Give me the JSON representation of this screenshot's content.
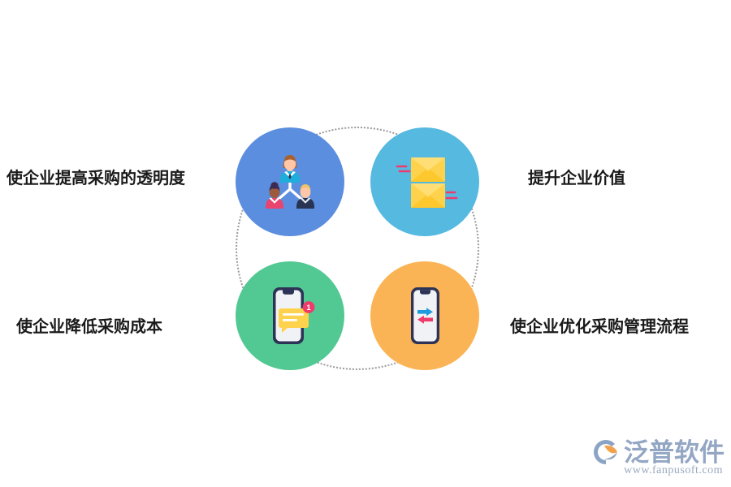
{
  "diagram": {
    "title_present": false,
    "ring": {
      "style": "dotted",
      "color": "#9a9a9a"
    },
    "nodes": [
      {
        "id": "node-transparency",
        "icon": "team-hierarchy-icon",
        "color": "#5b8ede",
        "label": "使企业提高采购的透明度",
        "label_side": "left"
      },
      {
        "id": "node-value",
        "icon": "envelopes-icon",
        "color": "#55b9e0",
        "label": "提升企业价值",
        "label_side": "right"
      },
      {
        "id": "node-cost",
        "icon": "phone-message-icon",
        "color": "#52c893",
        "label": "使企业降低采购成本",
        "label_side": "left",
        "badge": "1"
      },
      {
        "id": "node-process",
        "icon": "phone-exchange-icon",
        "color": "#fbb455",
        "label": "使企业优化采购管理流程",
        "label_side": "right"
      }
    ]
  },
  "watermark": {
    "brand": "泛普软件",
    "url": "www.fanpusoft.com",
    "logo_icon": "fanpu-swoosh-logo-icon",
    "color": "#93a7c4"
  }
}
